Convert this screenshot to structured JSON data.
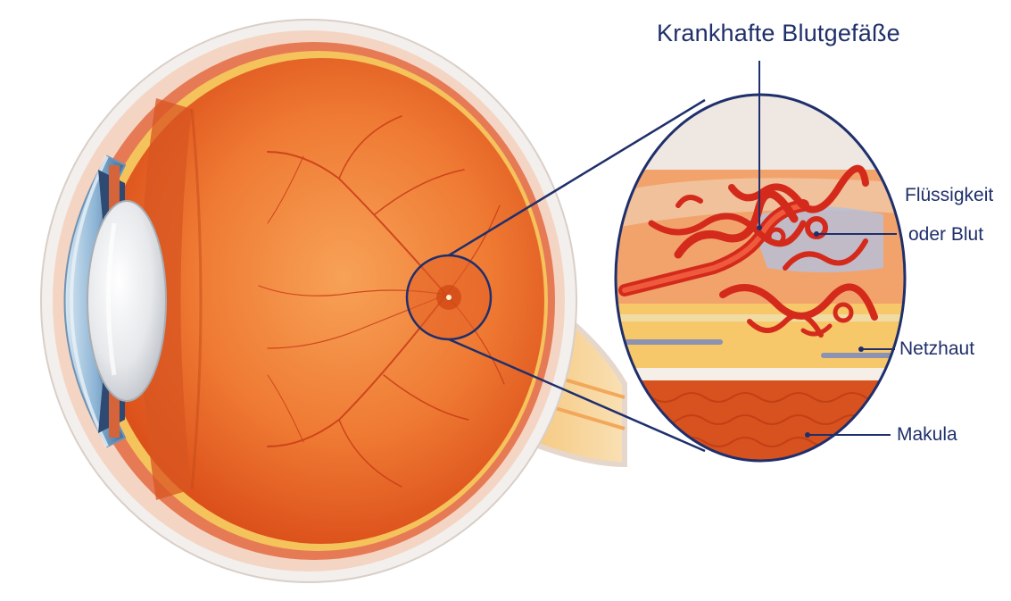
{
  "labels": {
    "vessels": "Krankhafte Blutgefäße",
    "fluid_line1": "Flüssigkeit",
    "fluid_line2": "oder Blut",
    "retina": "Netzhaut",
    "macula": "Makula"
  },
  "colors": {
    "label_text": "#1f2f6b",
    "leader_line": "#1f2f6b",
    "eye_interior": "#ee6a25",
    "sclera": "#f4d5c4",
    "cornea": "#8fb6d6",
    "lens": "#e9ecef",
    "blood_vessel": "#d42a1c",
    "fluid": "#b9bfd8",
    "retina_layer": "#f7c86a"
  }
}
